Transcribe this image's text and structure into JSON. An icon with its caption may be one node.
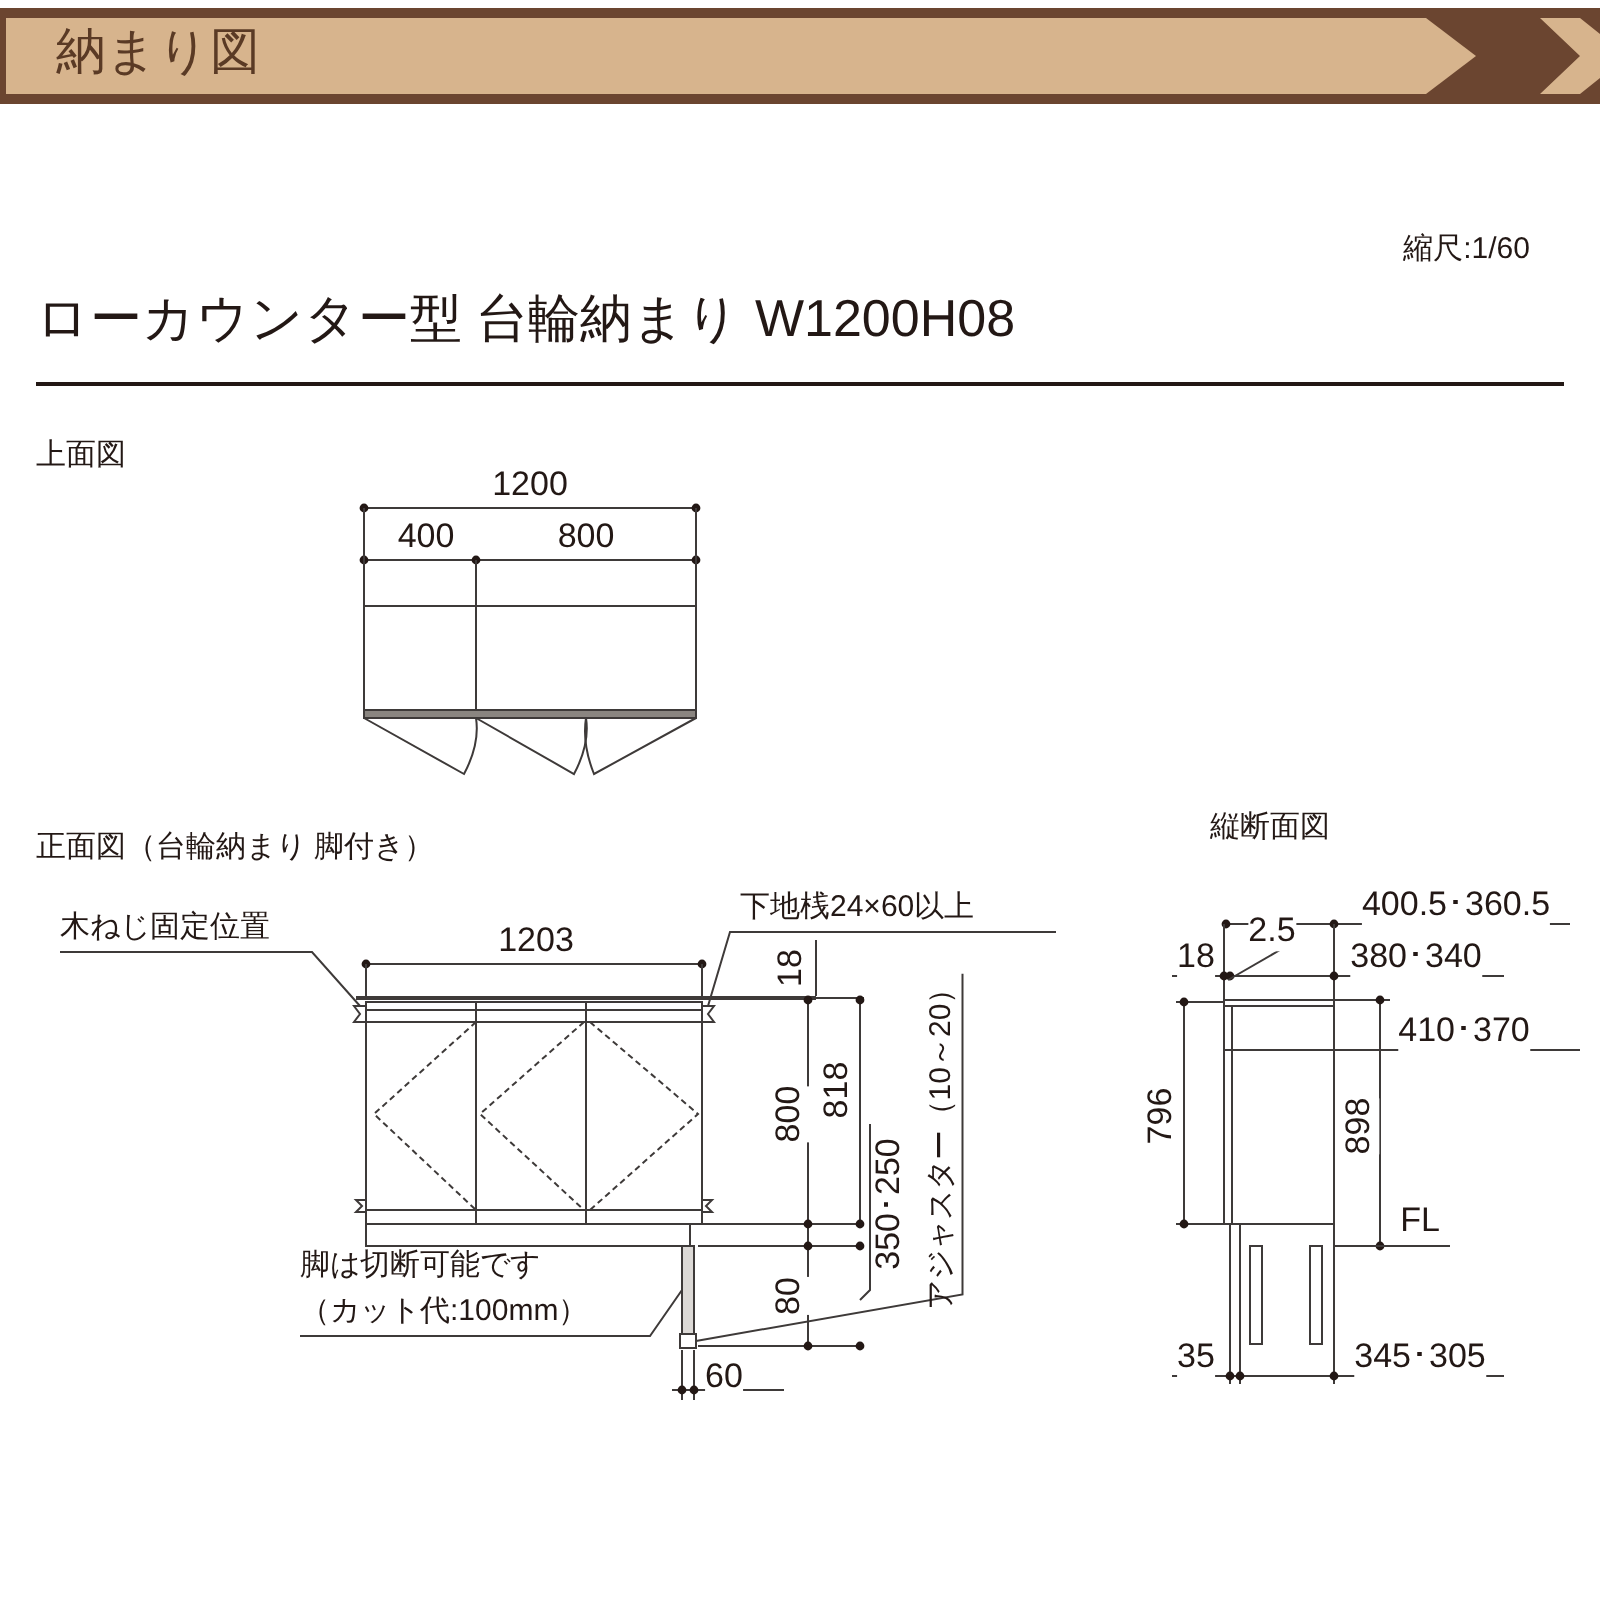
{
  "diagram": {
    "title": "ローカウンター型 台輪納まり W1200H08",
    "nodes": [
      {
        "text": [
          "納まり図"
        ]
      },
      {
        "text": [
          "木ねじ固定位置"
        ]
      },
      {
        "text": [
          "下地桟24×60以上"
        ]
      },
      {
        "text": [
          "脚は切断可能です（カット代:100mm）"
        ]
      },
      {
        "text": [
          "アジャスター（10～20）"
        ]
      },
      {
        "text": [],
        "shape": "box"
      },
      {
        "text": [],
        "shape": "box"
      },
      {
        "text": [],
        "shape": "bar"
      },
      {
        "text": [],
        "shape": "box"
      }
    ],
    "edges": [
      {
        "from": 1,
        "to": 5,
        "arrow": "none"
      },
      {
        "from": 2,
        "to": 6,
        "arrow": "none"
      },
      {
        "from": 3,
        "to": 7,
        "arrow": "none"
      },
      {
        "from": 4,
        "to": 8,
        "arrow": "none"
      }
    ],
    "labels": [
      "縮尺:1/60",
      "上面図",
      "1200",
      "400",
      "800",
      "正面図（台輪納まり 脚付き）",
      "1203",
      "18",
      "800",
      "818",
      "350･250",
      "80",
      "60",
      "縦断面図",
      "400.5･360.5",
      "2.5",
      "18",
      "380･340",
      "410･370",
      "796",
      "898",
      "FL",
      "35",
      "345･305"
    ]
  }
}
